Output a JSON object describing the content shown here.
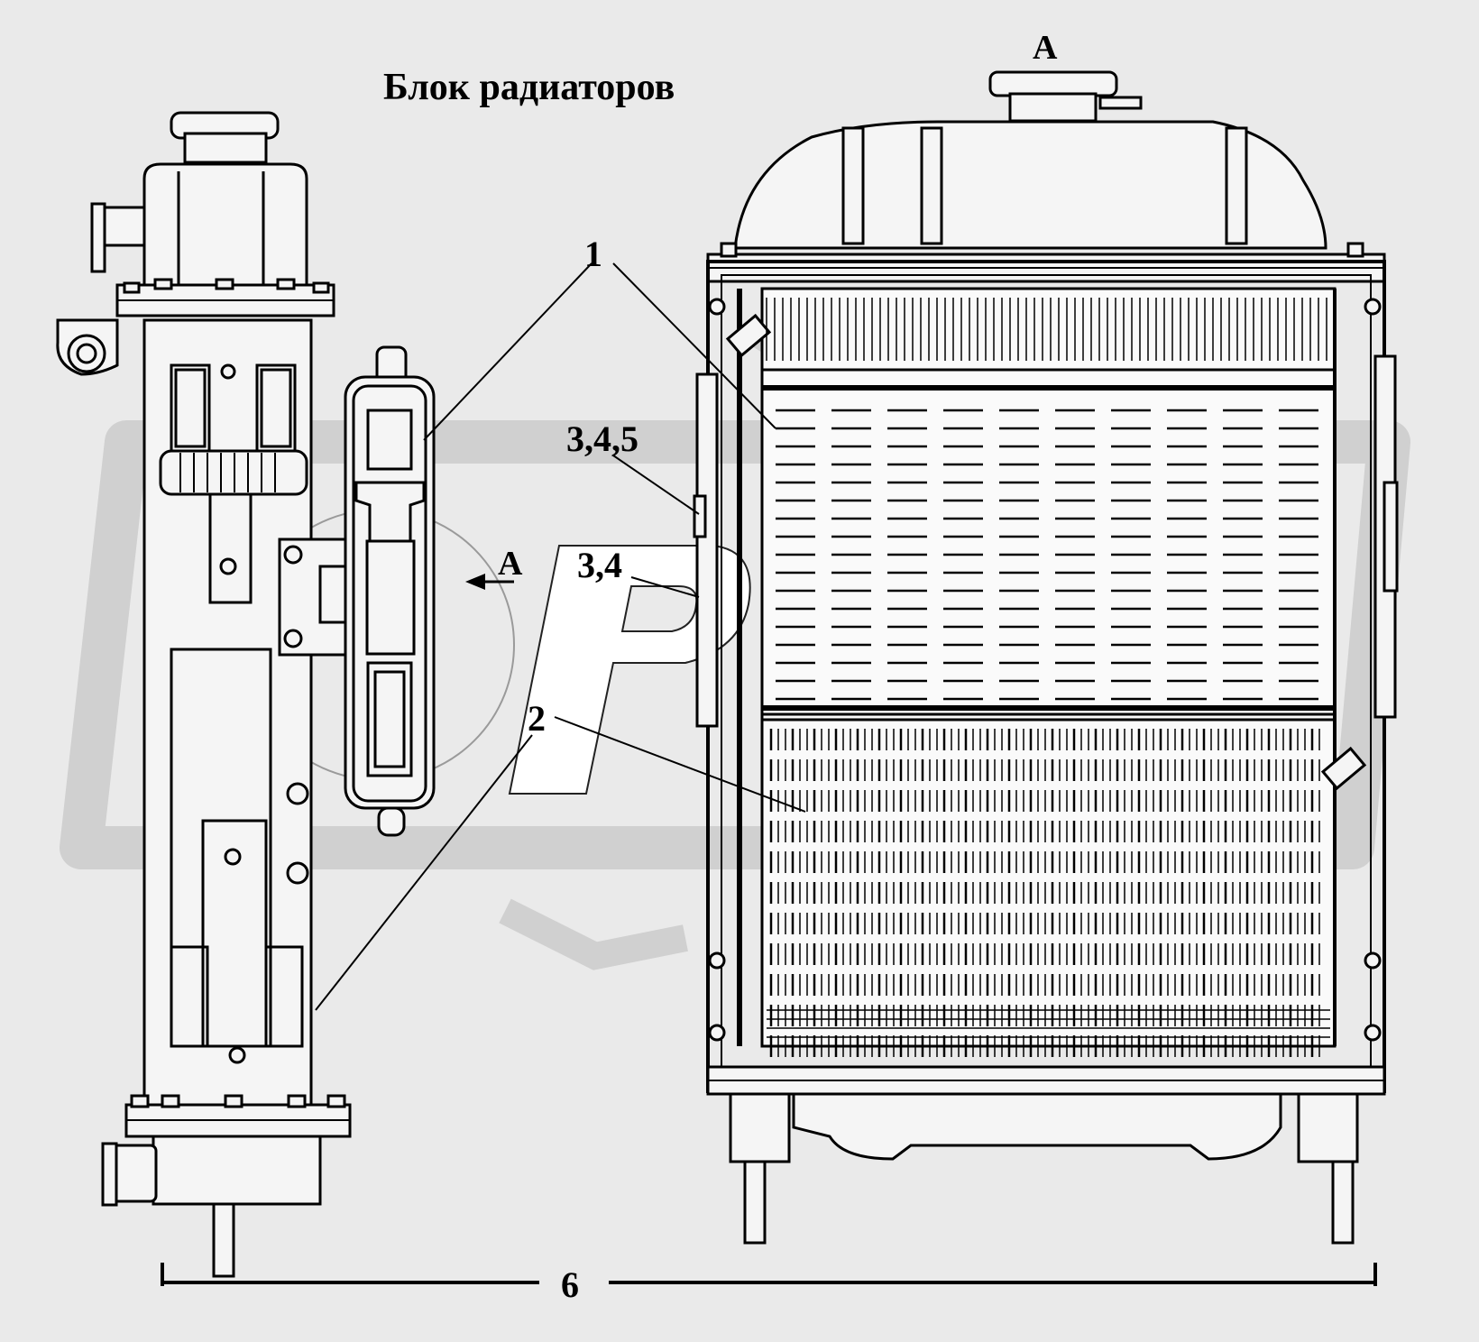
{
  "title": "Блок радиаторов",
  "view_labels": {
    "top_view": "А",
    "side_arrow": "А"
  },
  "callouts": {
    "c1": "1",
    "c2": "2",
    "c345": "3,4,5",
    "c34": "3,4",
    "c6": "6"
  },
  "colors": {
    "background": "#eaeaea",
    "line": "#000000",
    "watermark": "#d6d6d6",
    "fill": "#f5f5f5"
  }
}
